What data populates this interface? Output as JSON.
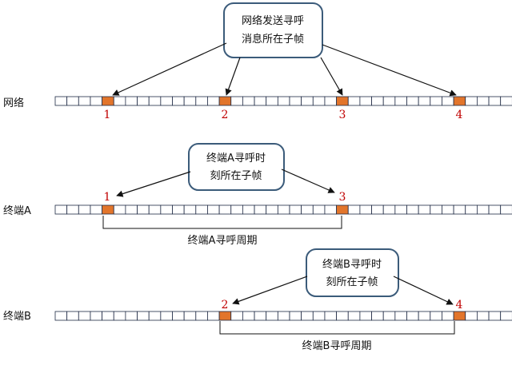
{
  "callouts": {
    "network": [
      "网络发送寻呼",
      "消息所在子帧"
    ],
    "terminal_a": [
      "终端A寻呼时",
      "刻所在子帧"
    ],
    "terminal_b": [
      "终端B寻呼时",
      "刻所在子帧"
    ]
  },
  "rows": [
    {
      "label": "网络",
      "highlighted_cells": [
        4,
        14,
        24,
        34
      ],
      "markers": [
        "1",
        "2",
        "3",
        "4"
      ]
    },
    {
      "label": "终端A",
      "highlighted_cells": [
        4,
        24
      ],
      "markers": [
        "1",
        "3"
      ]
    },
    {
      "label": "终端B",
      "highlighted_cells": [
        14,
        34
      ],
      "markers": [
        "2",
        "4"
      ]
    }
  ],
  "periods": {
    "terminal_a": "终端A寻呼周期",
    "terminal_b": "终端B寻呼周期"
  },
  "colors": {
    "cell_fill": "#ffffff",
    "cell_border": "#1f2a44",
    "highlight_fill": "#e2752b",
    "marker_text": "#c00000",
    "callout_border": "#3b5b7a",
    "line": "#111111"
  }
}
